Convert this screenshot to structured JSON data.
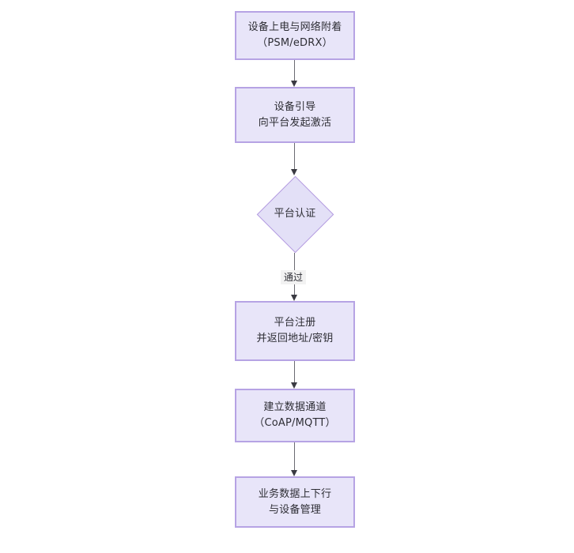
{
  "diagram": {
    "type": "flowchart",
    "orientation": "top-to-bottom",
    "theme": {
      "page_background": "#ffffff",
      "node_fill": "#e8e5f9",
      "node_border": "#b6a3e4",
      "decision_fill": "#e3e0f7",
      "decision_border": "#b39ae0",
      "text_color": "#2e2e35",
      "connector_color": "#6b6b73",
      "arrowhead_color": "#3a3a42",
      "edge_label_background": "#f2f2f2"
    },
    "nodes": [
      {
        "id": "power",
        "shape": "rectangle",
        "lines": [
          "设备上电与网络附着",
          "（PSM/eDRX）"
        ]
      },
      {
        "id": "bootstrap",
        "shape": "rectangle",
        "lines": [
          "设备引导",
          "向平台发起激活"
        ]
      },
      {
        "id": "auth",
        "shape": "diamond",
        "lines": [
          "平台认证"
        ]
      },
      {
        "id": "register",
        "shape": "rectangle",
        "lines": [
          "平台注册",
          "并返回地址/密钥"
        ]
      },
      {
        "id": "channel",
        "shape": "rectangle",
        "lines": [
          "建立数据通道",
          "（CoAP/MQTT）"
        ]
      },
      {
        "id": "business",
        "shape": "rectangle",
        "lines": [
          "业务数据上下行",
          "与设备管理"
        ]
      }
    ],
    "edges": [
      {
        "id": "e1",
        "from": "power",
        "to": "bootstrap",
        "label": ""
      },
      {
        "id": "e2",
        "from": "bootstrap",
        "to": "auth",
        "label": ""
      },
      {
        "id": "e3",
        "from": "auth",
        "to": "register",
        "label": "通过"
      },
      {
        "id": "e4",
        "from": "register",
        "to": "channel",
        "label": ""
      },
      {
        "id": "e5",
        "from": "channel",
        "to": "business",
        "label": ""
      }
    ]
  }
}
